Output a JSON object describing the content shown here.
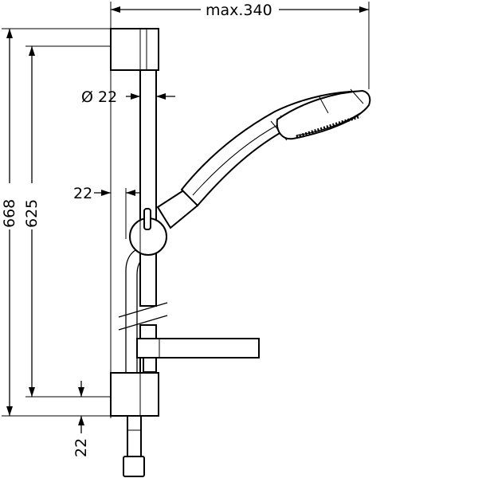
{
  "dimensions": {
    "max_width": "max.340",
    "total_height": "668",
    "rail_height": "625",
    "rod_diameter": "Ø 22",
    "wall_offset": "22",
    "bottom_offset": "22"
  }
}
